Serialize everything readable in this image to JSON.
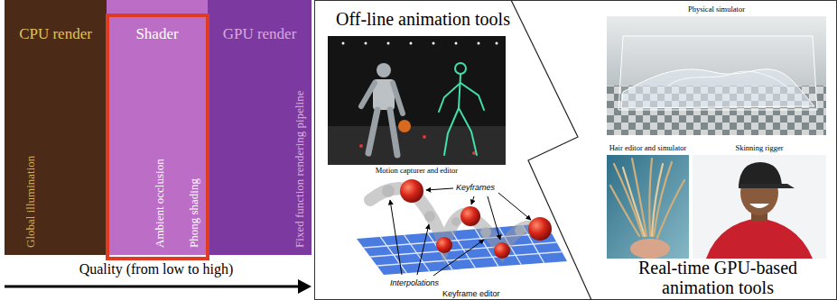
{
  "diagram": {
    "nodes": [
      {
        "text": [
          "CPU render",
          "Global illumination"
        ]
      },
      {
        "text": [
          "Shader",
          "Ambient occlusion",
          "Phong shading"
        ]
      },
      {
        "text": [
          "GPU render",
          "Fixed function rendering pipeline"
        ]
      },
      {
        "text": [
          "Motion capturer and editor"
        ]
      },
      {
        "text": [
          "Physical simulator"
        ]
      },
      {
        "text": [
          "Hair editor and simulator"
        ]
      },
      {
        "text": [
          "Skinning rigger"
        ]
      }
    ],
    "labels": [
      "Quality (from low to high)",
      "Off-line animation tools",
      "Keyframes",
      "Interpolations",
      "Keyframe editor",
      "Real-time GPU-based animation tools"
    ]
  }
}
